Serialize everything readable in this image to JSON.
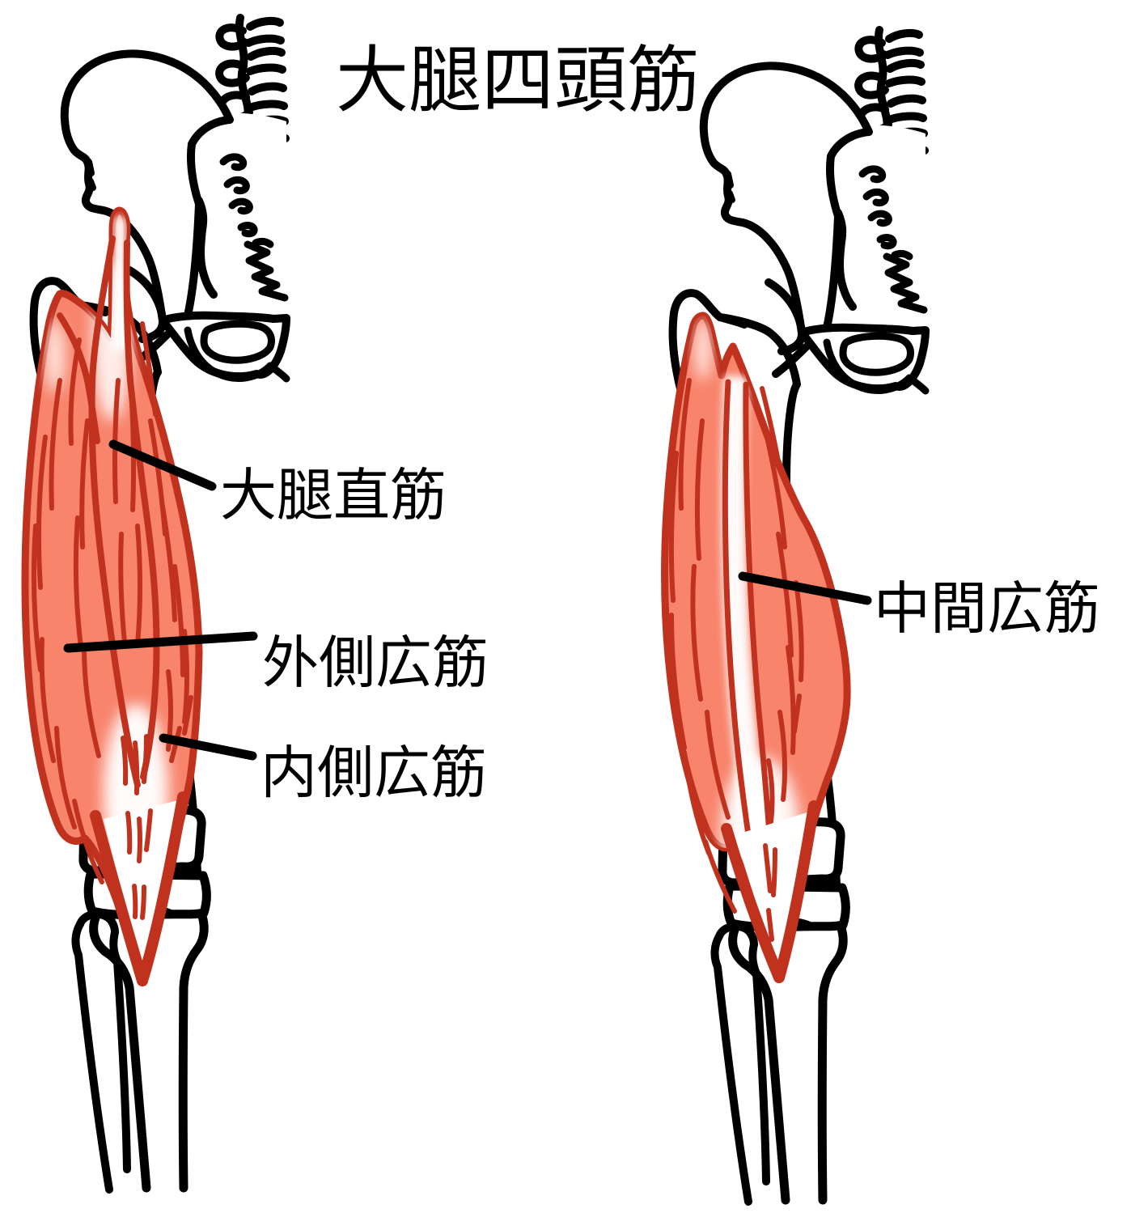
{
  "title": "大腿四頭筋",
  "annotations": [
    {
      "id": "rectus-femoris",
      "text": "大腿直筋",
      "figure": "left"
    },
    {
      "id": "vastus-lateralis",
      "text": "外側広筋",
      "figure": "left"
    },
    {
      "id": "vastus-medialis",
      "text": "内側広筋",
      "figure": "left"
    },
    {
      "id": "vastus-intermedius",
      "text": "中間広筋",
      "figure": "right"
    }
  ],
  "colors": {
    "muscle_fill": "#f8846c",
    "muscle_outline": "#c0311e",
    "tendon_highlight": "#ffffff",
    "bone_line": "#000000",
    "text": "#000000",
    "background": "#ffffff"
  }
}
